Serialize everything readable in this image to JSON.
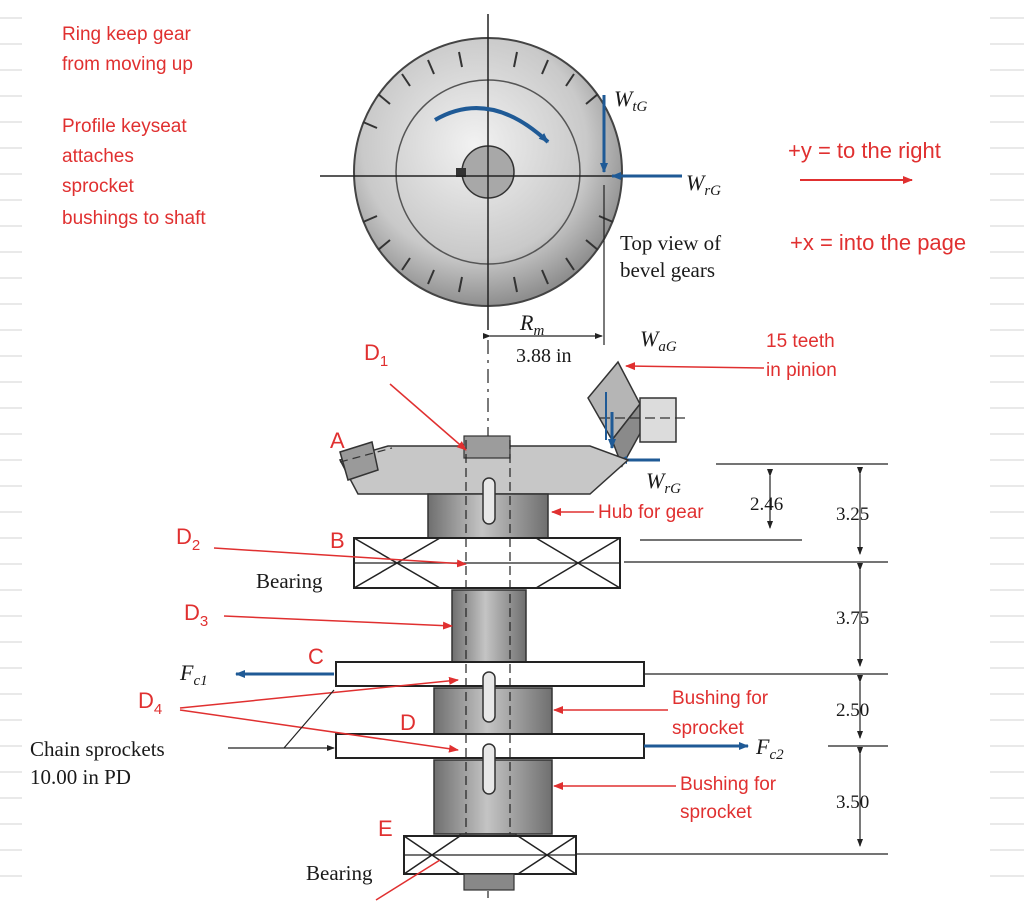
{
  "annotations": {
    "ring_note_1": "Ring keep gear",
    "ring_note_2": "from moving up",
    "keyseat_1": "Profile keyseat",
    "keyseat_2": "attaches",
    "keyseat_3": "sprocket",
    "keyseat_4": "bushings to shaft",
    "y_dir": "+y = to the right",
    "x_dir": "+x = into the page",
    "pinion_teeth_1": "15 teeth",
    "pinion_teeth_2": "in pinion",
    "hub": "Hub for gear",
    "bushing1_1": "Bushing for",
    "bushing1_2": "sprocket",
    "bushing2_1": "Bushing for",
    "bushing2_2": "sprocket"
  },
  "diameters": {
    "d1": "D",
    "d1_sub": "1",
    "d2": "D",
    "d2_sub": "2",
    "d3": "D",
    "d3_sub": "3",
    "d4": "D",
    "d4_sub": "4"
  },
  "points": {
    "a": "A",
    "b": "B",
    "c": "C",
    "d": "D",
    "e": "E"
  },
  "labels": {
    "top_view_1": "Top view of",
    "top_view_2": "bevel gears",
    "bearing_upper": "Bearing",
    "bearing_lower": "Bearing",
    "sprockets_1": "Chain sprockets",
    "sprockets_2": "10.00 in PD",
    "rm_value": "3.88 in"
  },
  "forces": {
    "w_t": "W",
    "w_t_sub": "tG",
    "w_r_top": "W",
    "w_r_top_sub": "rG",
    "w_a": "W",
    "w_a_sub": "aG",
    "w_r_side": "W",
    "w_r_side_sub": "rG",
    "fc1": "F",
    "fc1_sub": "c1",
    "fc2": "F",
    "fc2_sub": "c2",
    "rm": "R",
    "rm_sub": "m"
  },
  "dimensions": {
    "hub_height": "2.46",
    "seg1": "3.25",
    "seg2": "3.75",
    "seg3": "2.50",
    "seg4": "3.50"
  }
}
